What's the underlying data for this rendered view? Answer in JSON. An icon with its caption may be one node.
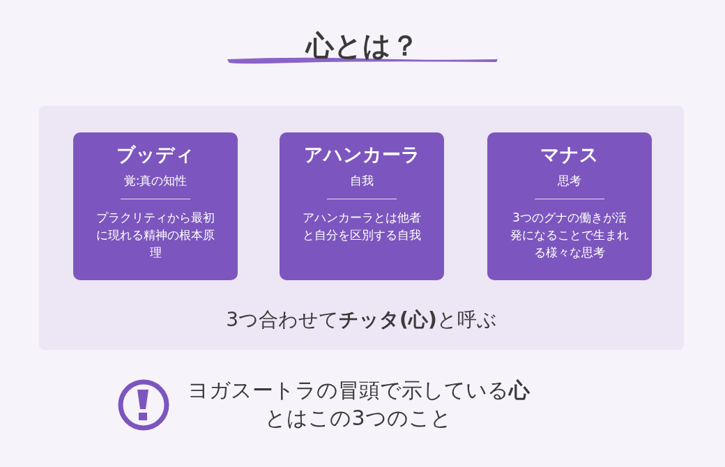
{
  "diagram": {
    "title": "心とは？",
    "nodes": [
      {
        "text": [
          "3つ合わせて**チッタ(心)**と呼ぶ"
        ]
      },
      {
        "text": [
          "ブッディ",
          "覚:真の知性",
          "プラクリティから最初に現れる精神の根本原理"
        ],
        "in": 0
      },
      {
        "text": [
          "アハンカーラ",
          "自我",
          "アハンカーラとは他者と自分を区別する自我"
        ],
        "in": 0
      },
      {
        "text": [
          "マナス",
          "思考",
          "3つのグナの働きが活発になることで生まれる様々な思考"
        ],
        "in": 0
      }
    ],
    "labels": [
      "ヨガスートラの冒頭で示している**心**とはこの3つのこと"
    ]
  }
}
